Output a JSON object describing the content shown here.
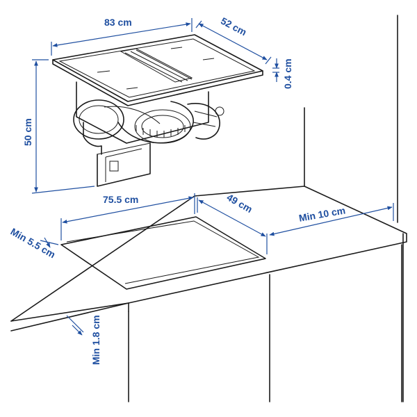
{
  "colors": {
    "dimension": "#1f4fa0",
    "line": "#1a1a1a",
    "background": "#ffffff"
  },
  "dimensions": {
    "width": "83 cm",
    "depth": "52 cm",
    "glass_thickness": "0.4 cm",
    "height": "50 cm",
    "cutout_width": "75.5 cm",
    "cutout_depth": "49 cm",
    "min_wall_distance": "Min 10 cm",
    "min_front_distance": "Min 5.5 cm",
    "min_worktop_thickness": "Min 1.8 cm"
  }
}
